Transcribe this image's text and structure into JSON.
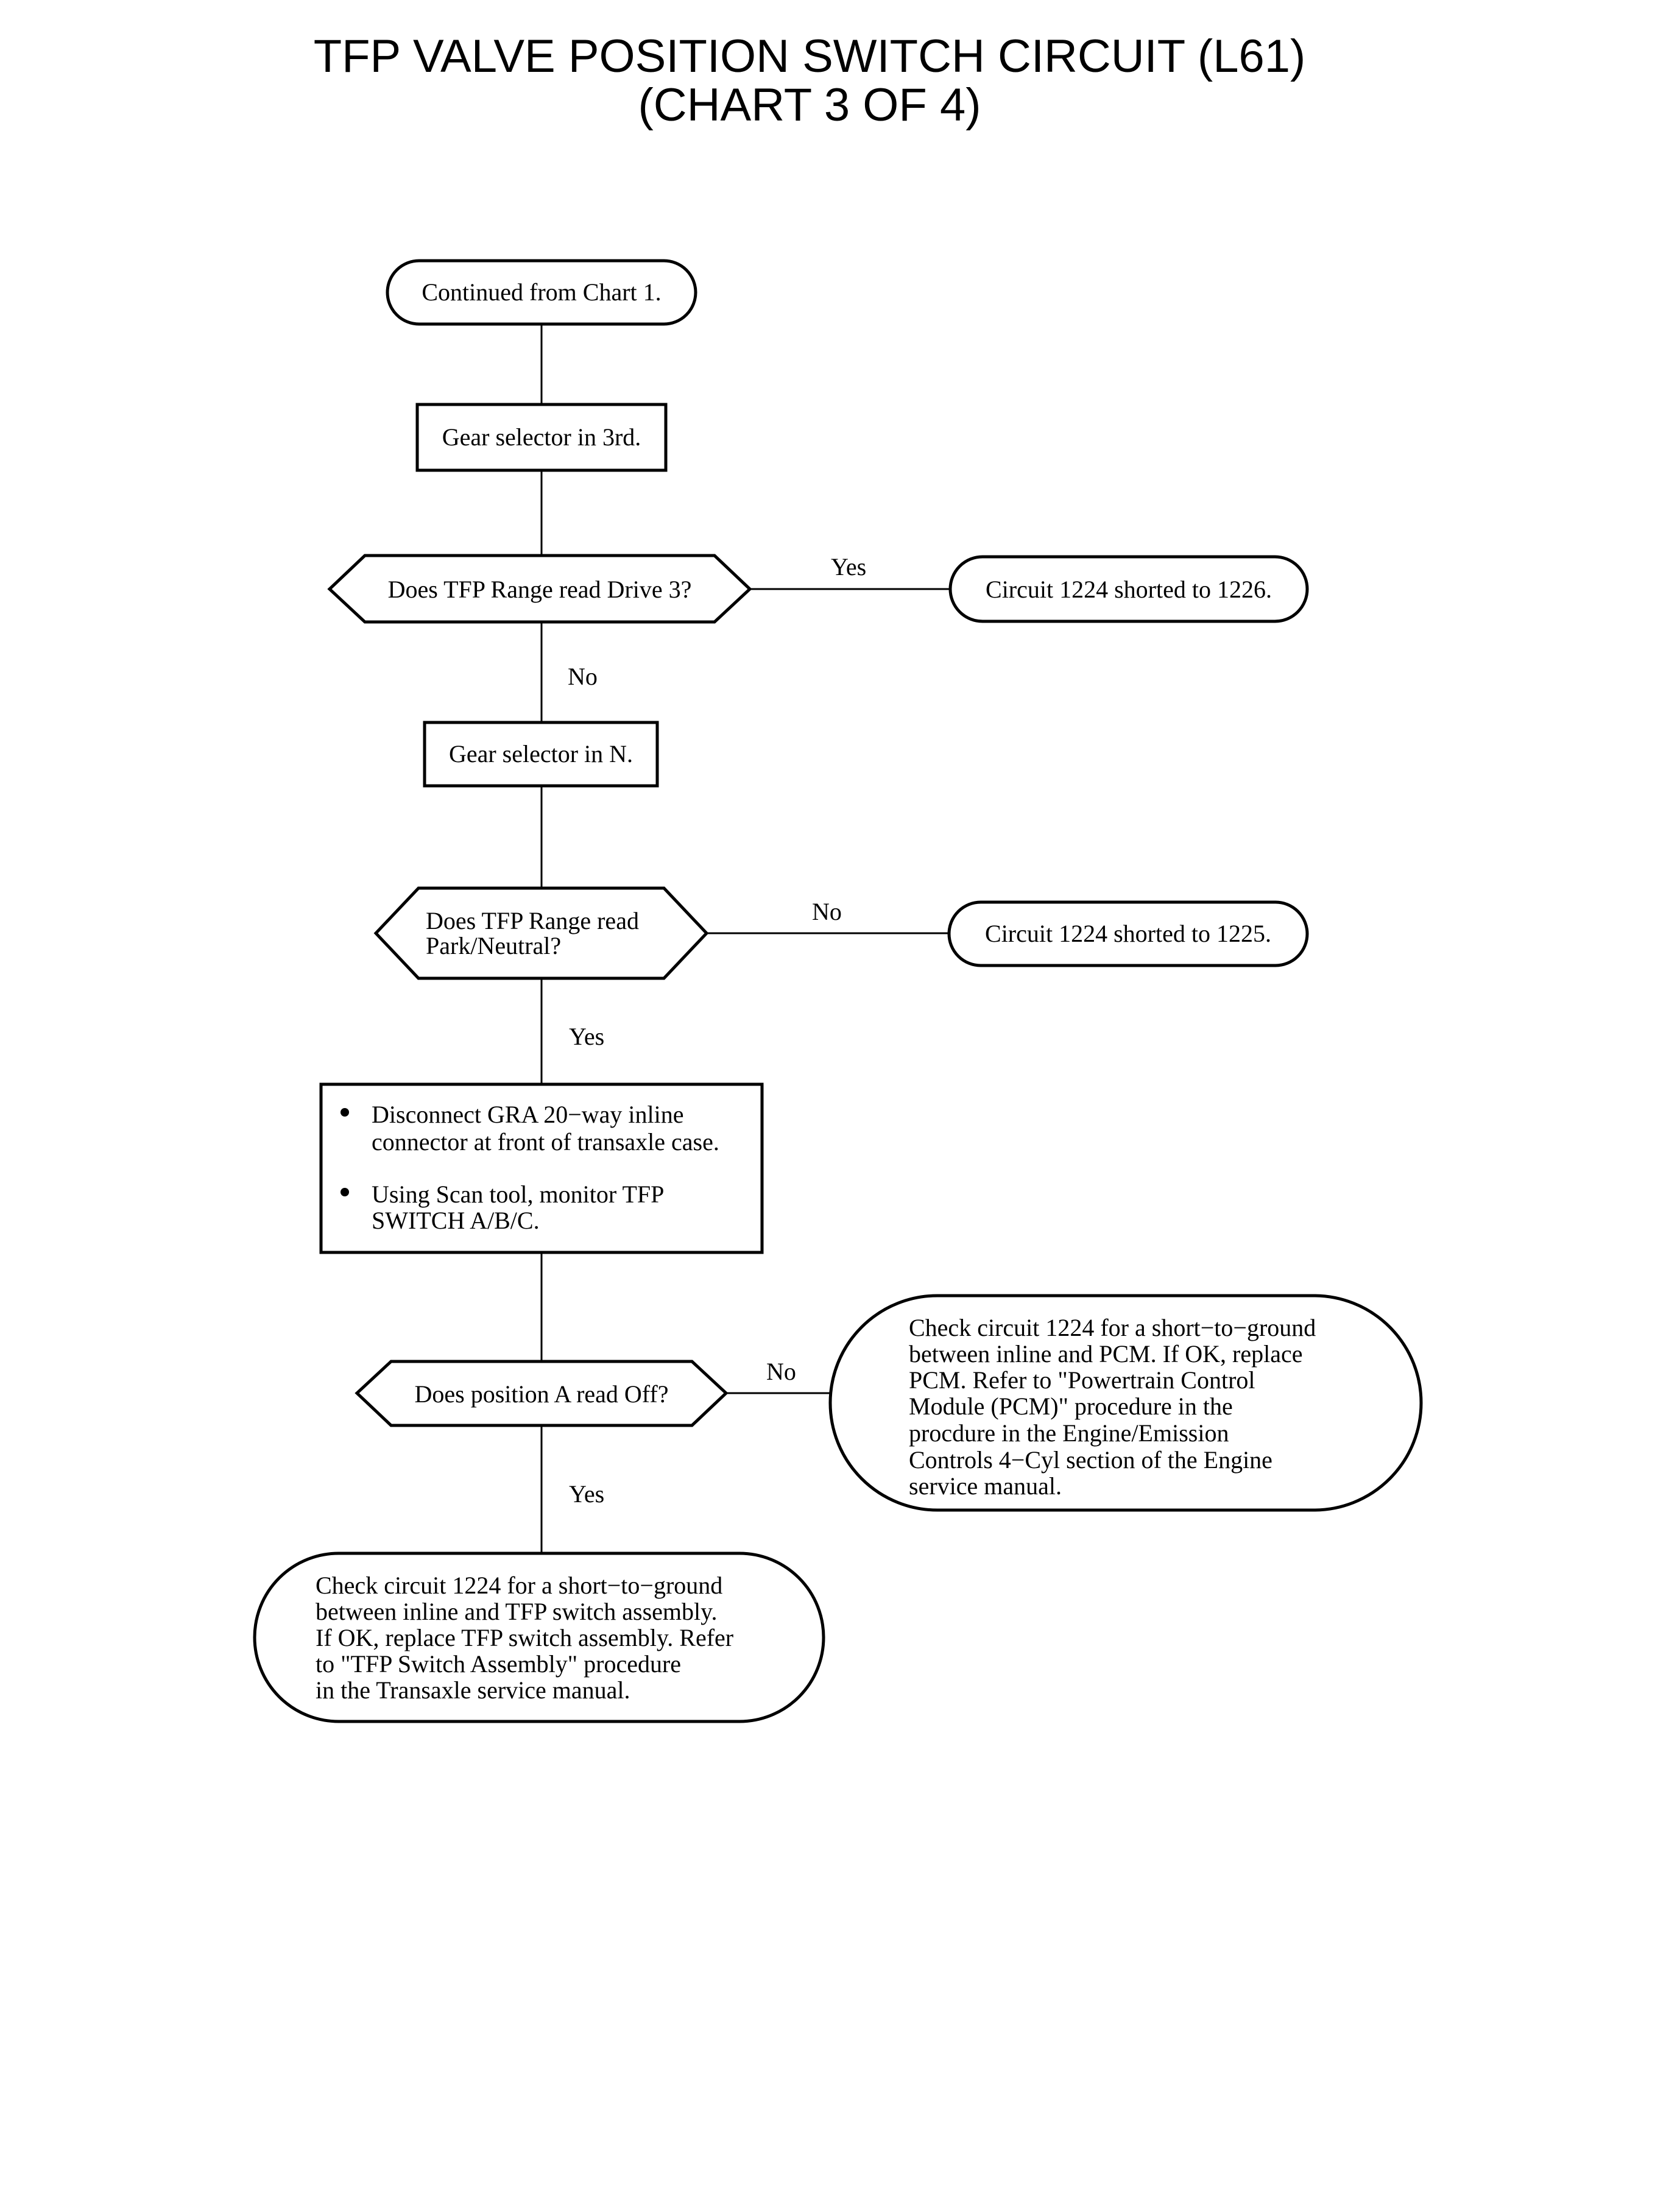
{
  "title": {
    "line1": "TFP VALVE POSITION SWITCH CIRCUIT (L61)",
    "line2": "(CHART 3 OF 4)"
  },
  "nodes": {
    "start": "Continued from Chart 1.",
    "gear3": "Gear selector in 3rd.",
    "q_drive3": "Does TFP Range read Drive 3?",
    "short1226": "Circuit 1224 shorted to 1226.",
    "gearN": "Gear selector in N.",
    "q_park": [
      "Does TFP Range read",
      "Park/Neutral?"
    ],
    "short1225": "Circuit 1224 shorted to 1225.",
    "disconnect": {
      "bullet1": [
        "Disconnect GRA 20−way inline",
        "connector at front of transaxle case."
      ],
      "bullet2": [
        "Using Scan tool, monitor TFP",
        "SWITCH A/B/C."
      ]
    },
    "q_posA": "Does position A read Off?",
    "check_pcm": [
      "Check circuit 1224 for a short−to−ground",
      "between inline and PCM. If OK, replace",
      "PCM. Refer to \"Powertrain Control",
      "Module (PCM)\" procedure in the",
      "procdure in the Engine/Emission",
      "Controls 4−Cyl section of the Engine",
      "service manual."
    ],
    "check_tfp": [
      "Check circuit 1224 for a short−to−ground",
      "between inline and TFP switch assembly.",
      "If OK, replace TFP switch assembly. Refer",
      "to \"TFP Switch Assembly\" procedure",
      "in the Transaxle service manual."
    ]
  },
  "edge_labels": {
    "drive3_yes": "Yes",
    "drive3_no": "No",
    "park_no": "No",
    "park_yes": "Yes",
    "posA_no": "No",
    "posA_yes": "Yes"
  }
}
